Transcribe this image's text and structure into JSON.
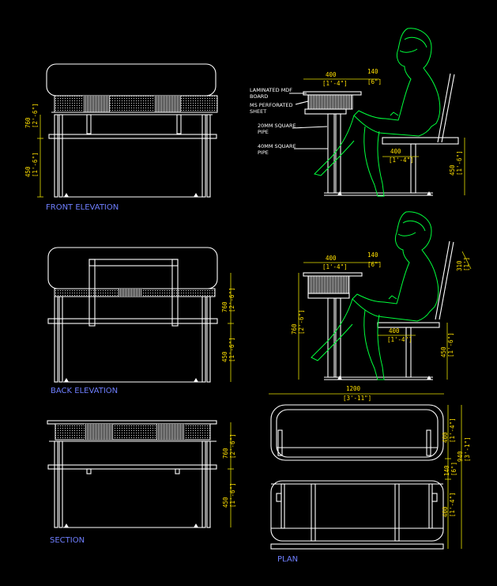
{
  "views": {
    "front_elevation": "FRONT ELEVATION",
    "back_elevation": "BACK  ELEVATION",
    "section": "SECTION",
    "plan": "PLAN"
  },
  "notes": {
    "mdf_1": "LAMINATED MDF",
    "mdf_2": "BOARD",
    "ms_1": "MS PERFORATED",
    "ms_2": "SHEET",
    "pipe20_1": "20MM SQUARE",
    "pipe20_2": "PIPE",
    "pipe40_1": "40MM SQUARE",
    "pipe40_2": "PIPE"
  },
  "dimensions": {
    "fe_760": "760",
    "fe_760_ft": "[2'-6\"]",
    "fe_450": "450",
    "fe_450_ft": "[1'-6\"]",
    "s1_400": "400",
    "s1_400_ft": "[1'-4\"]",
    "s1_140": "140",
    "s1_140_ft": "[6\"]",
    "s1_400b": "400",
    "s1_400b_ft": "[1'-4\"]",
    "s1_450": "450",
    "s1_450_ft": "[1'-6\"]",
    "be_760": "760",
    "be_760_ft": "[2'-6\"]",
    "be_450": "450",
    "be_450_ft": "[1'-6\"]",
    "s2_400": "400",
    "s2_400_ft": "[1'-4\"]",
    "s2_140": "140",
    "s2_140_ft": "[6\"]",
    "s2_310": "310",
    "s2_310_ft": "[1']",
    "s2_760": "760",
    "s2_760_ft": "[2'-6\"]",
    "s2_400b": "400",
    "s2_400b_ft": "[1'-4\"]",
    "s2_450": "450",
    "s2_450_ft": "[1'-6\"]",
    "pl_1200": "1200",
    "pl_1200_ft": "[3'-11\"]",
    "pl_400a": "400",
    "pl_400a_ft": "[1'-4\"]",
    "pl_940": "940",
    "pl_940_ft": "[3'-1\"]",
    "pl_140": "140",
    "pl_140_ft": "[6\"]",
    "pl_400b": "400",
    "pl_400b_ft": "[1'-4\"]",
    "se_760": "760",
    "se_760_ft": "[2'-6\"]",
    "se_450": "450",
    "se_450_ft": "[1'-6\"]"
  }
}
